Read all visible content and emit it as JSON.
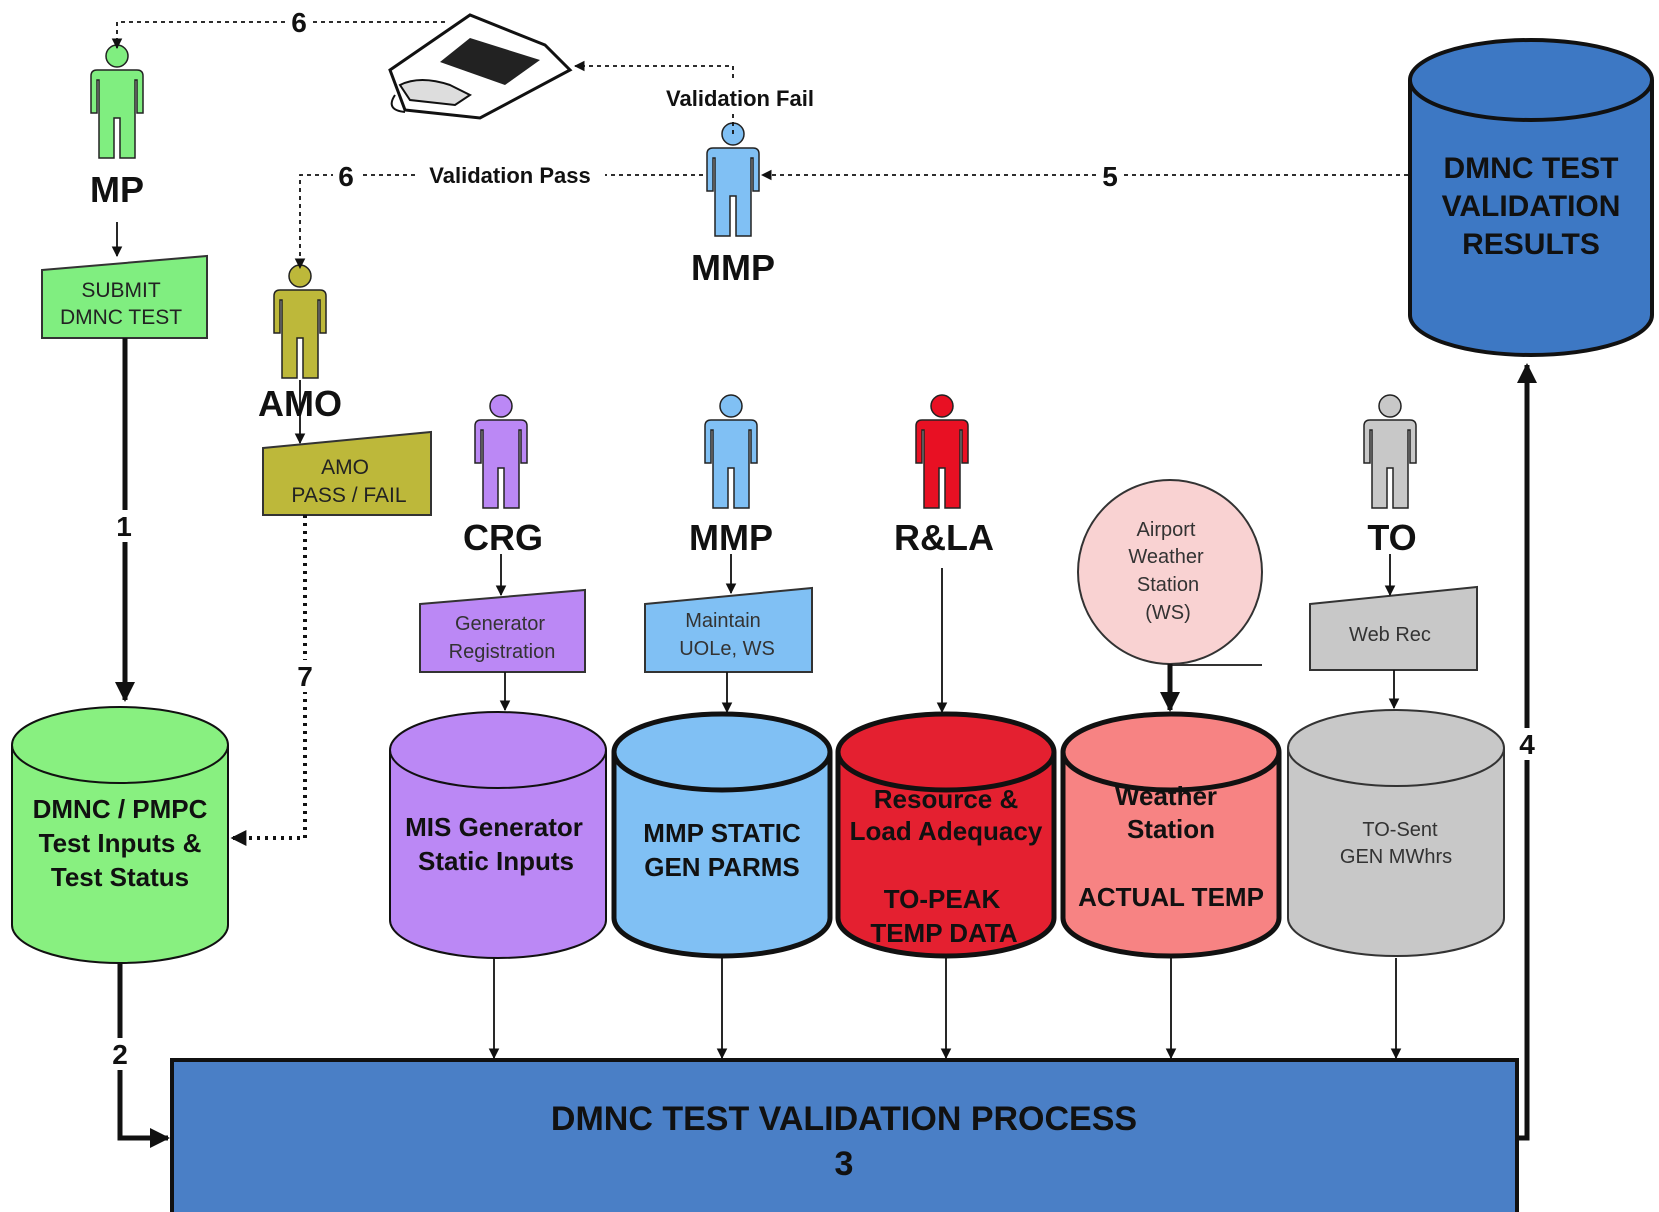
{
  "actors": {
    "mp": "MP",
    "mmp_top": "MMP",
    "amo": "AMO",
    "crg": "CRG",
    "mmp": "MMP",
    "rla": "R&LA",
    "to": "TO"
  },
  "forms": {
    "submit": [
      "SUBMIT",
      "DMNC TEST"
    ],
    "amo_pass_fail": [
      "AMO",
      "PASS / FAIL"
    ],
    "generator_registration": [
      "Generator",
      "Registration"
    ],
    "maintain": [
      "Maintain",
      "UOLe, WS"
    ],
    "web_rec": [
      "Web Rec"
    ]
  },
  "weather_station_circle": [
    "Airport",
    "Weather",
    "Station",
    "(WS)"
  ],
  "databases": {
    "dmnc_pmpc": [
      "DMNC / PMPC",
      "Test  Inputs &",
      "Test Status"
    ],
    "mis_generator": [
      "MIS Generator",
      "Static Inputs"
    ],
    "mmp_static": [
      "MMP STATIC",
      "GEN PARMS"
    ],
    "resource_load": [
      "Resource &",
      "Load Adequacy",
      "",
      "TO-PEAK",
      "TEMP DATA"
    ],
    "weather_station": [
      "Weather",
      "Station",
      "",
      "ACTUAL TEMP"
    ],
    "to_sent": [
      "TO-Sent",
      "GEN  MWhrs"
    ],
    "results": [
      "DMNC  TEST",
      "VALIDATION",
      "RESULTS"
    ]
  },
  "process": {
    "title": "DMNC TEST VALIDATION PROCESS",
    "number": "3"
  },
  "flow_labels": {
    "validation_fail": "Validation Fail",
    "validation_pass": "Validation Pass"
  },
  "step_numbers": {
    "s1": "1",
    "s2": "2",
    "s4": "4",
    "s5": "5",
    "s6a": "6",
    "s6b": "6",
    "s7": "7"
  },
  "colors": {
    "mp_green": "#80ee80",
    "db_green": "#88f080",
    "olive": "#bdb83a",
    "purple": "#bb88f5",
    "light_blue": "#80c0f4",
    "red": "#e81023",
    "red_db": "#e42030",
    "salmon": "#f78383",
    "pink_circle": "#f9d2d2",
    "gray": "#c8c8c8",
    "process_blue": "#4a7fc6",
    "results_blue": "#3d78c4"
  }
}
